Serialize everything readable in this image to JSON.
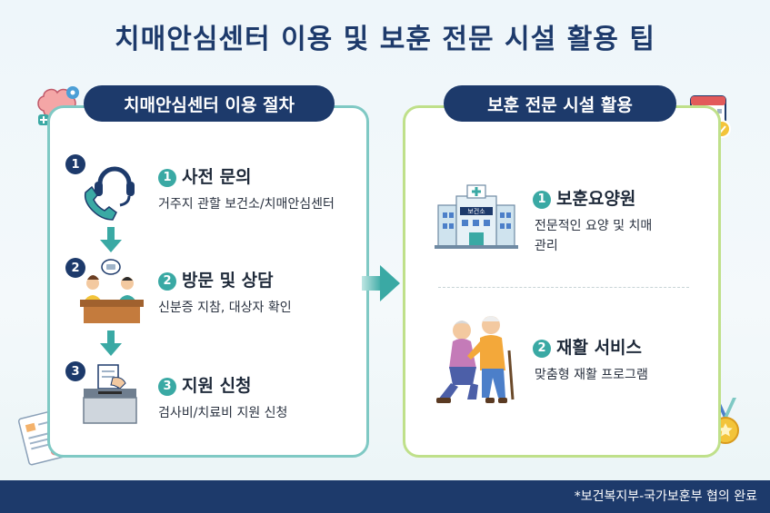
{
  "title": "치매안심센터 이용 및 보훈 전문 시설 활용 팁",
  "left_panel": {
    "header": "치매안심센터 이용 절차",
    "steps": [
      {
        "number": "1",
        "badge": "1",
        "title": "사전 문의",
        "desc": "거주지 관할 보건소/치매안심센터",
        "icon": "headset-phone-icon"
      },
      {
        "number": "2",
        "badge": "2",
        "title": "방문 및 상담",
        "desc": "신분증 지참, 대상자 확인",
        "icon": "consultation-desk-icon"
      },
      {
        "number": "3",
        "badge": "3",
        "title": "지원 신청",
        "desc": "검사비/치료비 지원 신청",
        "icon": "ballot-box-icon"
      }
    ]
  },
  "right_panel": {
    "header": "보훈 전문 시설 활용",
    "items": [
      {
        "badge": "1",
        "title": "보훈요양원",
        "desc": "전문적인 요양 및 치매 관리",
        "icon": "hospital-building-icon",
        "building_sign": "보건소"
      },
      {
        "badge": "2",
        "title": "재활 서비스",
        "desc": "맞춤형 재활 프로그램",
        "icon": "elderly-couple-icon"
      }
    ]
  },
  "footer_note": "*보건복지부-국가보훈부 협의 완료",
  "colors": {
    "navy": "#1d3a6b",
    "teal": "#3aa9a4",
    "lime": "#bfe08a",
    "footer": "#1d3a6b"
  }
}
